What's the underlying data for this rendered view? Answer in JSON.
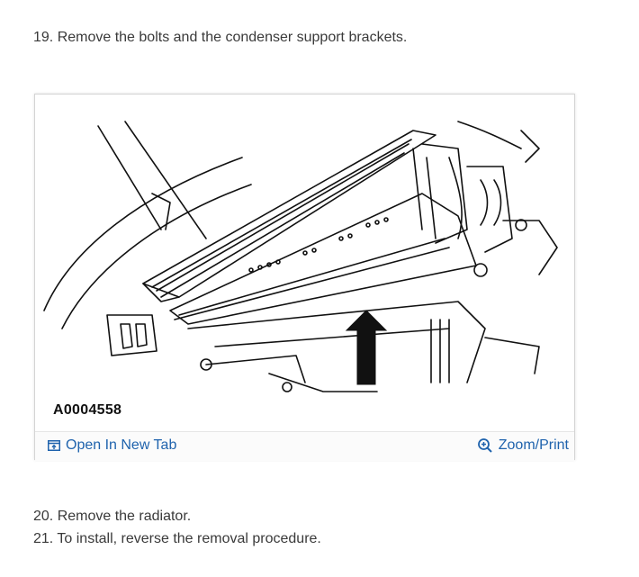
{
  "steps": {
    "step19": "19. Remove the bolts and the condenser support brackets.",
    "step20": "20. Remove the radiator.",
    "step21": "21. To install, reverse the removal procedure."
  },
  "figure": {
    "code": "A0004558",
    "open_tab_label": "Open In New Tab",
    "zoom_print_label": "Zoom/Print"
  },
  "colors": {
    "link": "#1f63ad",
    "text": "#3a3a3a",
    "border": "#d4d4d4"
  },
  "icons": {
    "open_tab": "open-new-tab-icon",
    "zoom": "magnify-plus-icon"
  }
}
